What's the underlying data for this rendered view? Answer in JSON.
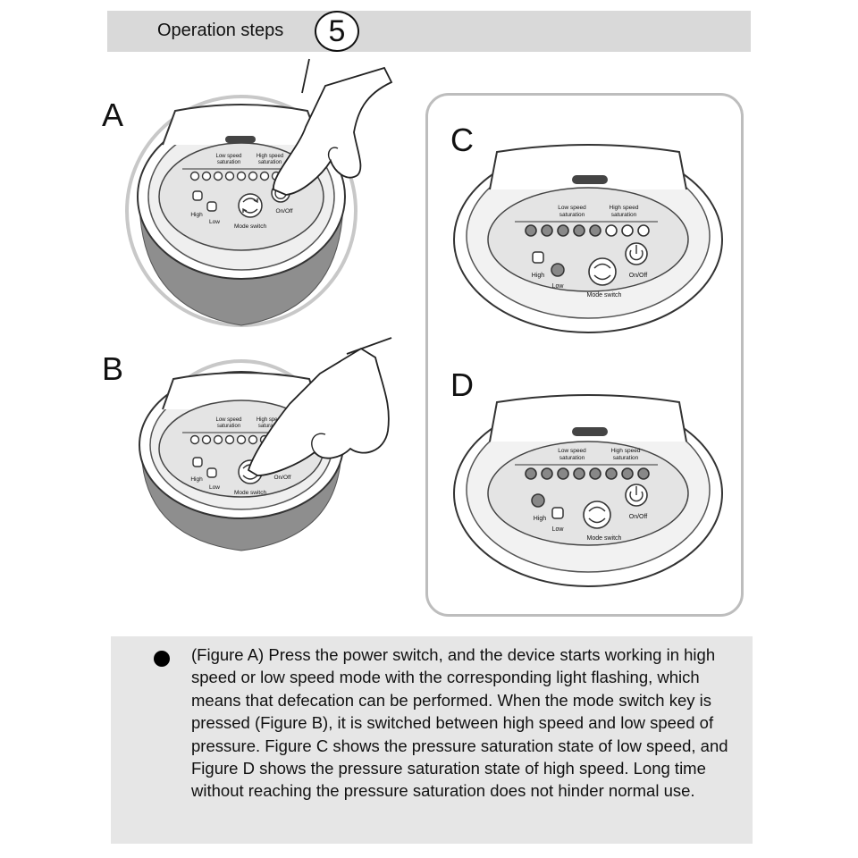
{
  "header": {
    "title": "Operation steps",
    "step_number": "5"
  },
  "figures": {
    "A": {
      "letter": "A"
    },
    "B": {
      "letter": "B"
    },
    "C": {
      "letter": "C"
    },
    "D": {
      "letter": "D"
    }
  },
  "panel_labels": {
    "low_speed_line1": "Low speed",
    "low_speed_line2": "saturation",
    "high_speed_line1": "High speed",
    "high_speed_line2": "saturation",
    "high": "High",
    "low": "Low",
    "mode_switch": "Mode switch",
    "on_off": "On/Off"
  },
  "description": "(Figure A) Press the power switch, and the device starts working in high speed or low speed mode with the corresponding light flashing, which means that defecation can be performed. When the mode switch key is pressed (Figure B), it is switched between high speed and low speed of pressure. Figure C shows the pressure saturation state of low speed, and Figure D shows the pressure saturation state of high speed. Long time without reaching the pressure saturation does not hinder normal use.",
  "colors": {
    "header_bg": "#d9d9d9",
    "description_bg": "#e6e6e6",
    "device_body": "#8e8e8e",
    "panel_face": "#e4e4e4",
    "frame_border": "#bdbdbd"
  },
  "icons": [
    "finger-pointing-icon",
    "mode-switch-arrows-icon",
    "power-icon",
    "speaker-grille-icon"
  ]
}
